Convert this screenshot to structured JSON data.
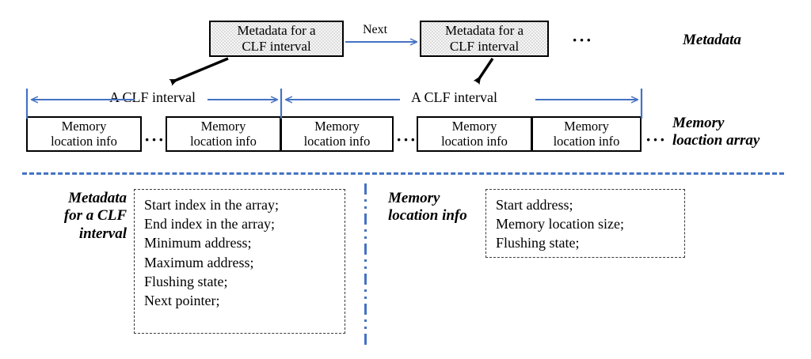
{
  "diagram": {
    "title_row": {
      "metadata_box_1": {
        "line1": "Metadata for a",
        "line2": "CLF interval"
      },
      "metadata_box_2": {
        "line1": "Metadata for a",
        "line2": "CLF interval"
      },
      "next_label": "Next",
      "ellipsis": "···",
      "row_label": "Metadata"
    },
    "interval_row": {
      "interval_label_left": "A CLF interval",
      "interval_label_right": "A CLF interval"
    },
    "array_row": {
      "boxes": [
        {
          "line1": "Memory",
          "line2": "location info"
        },
        {
          "line1": "Memory",
          "line2": "location info"
        },
        {
          "line1": "Memory",
          "line2": "location info"
        },
        {
          "line1": "Memory",
          "line2": "location info"
        },
        {
          "line1": "Memory",
          "line2": "location info"
        }
      ],
      "ellipsis_1": "···",
      "ellipsis_2": "···",
      "ellipsis_3": "···",
      "row_label_line1": "Memory",
      "row_label_line2": "loaction array"
    },
    "legend": {
      "metadata_detail": {
        "label_line1": "Metadata",
        "label_line2": "for a CLF",
        "label_line3": "interval",
        "fields": [
          "Start index in the array;",
          "End index in the array;",
          "Minimum address;",
          "Maximum address;",
          "Flushing state;",
          "Next pointer;"
        ]
      },
      "memloc_detail": {
        "label_line1": "Memory",
        "label_line2": "location info",
        "fields": [
          "Start address;",
          "Memory location size;",
          "Flushing state;"
        ]
      }
    },
    "colors": {
      "accent_blue": "#4472c4",
      "stroke_black": "#000000",
      "meta_fill": "#dcdcdc",
      "background": "#ffffff"
    }
  }
}
